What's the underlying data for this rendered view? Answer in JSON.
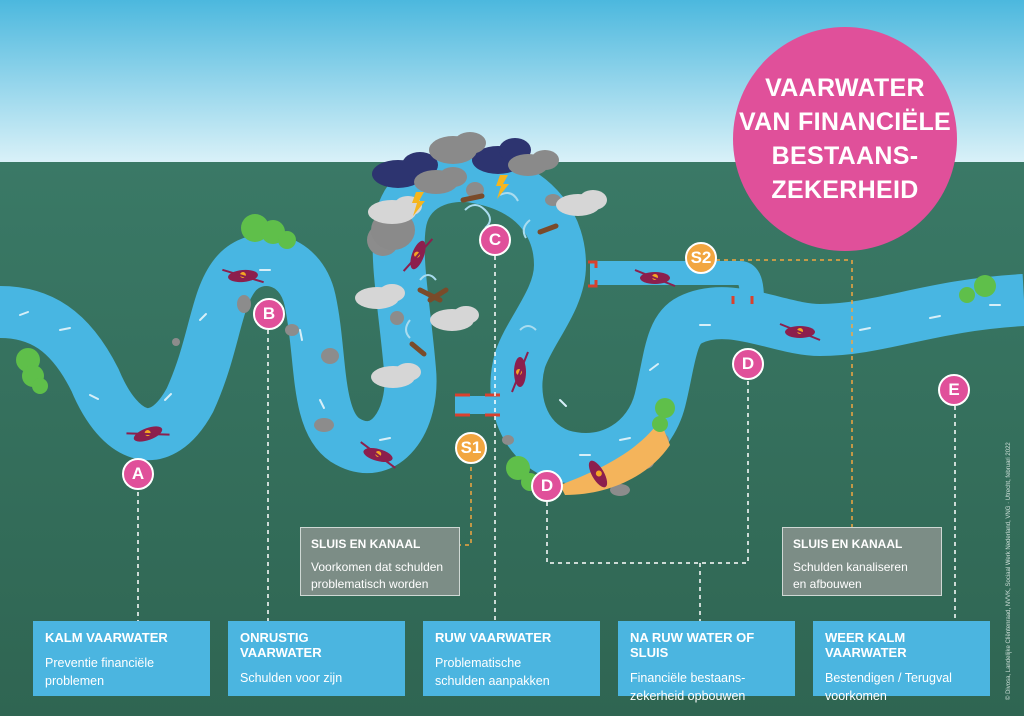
{
  "title": {
    "lines": [
      "VAARWATER",
      "VAN FINANCIËLE",
      "BESTAANS-",
      "ZEKERHEID"
    ]
  },
  "markers": {
    "A": "A",
    "B": "B",
    "C": "C",
    "D1": "D",
    "D2": "D",
    "E": "E",
    "S1": "S1",
    "S2": "S2"
  },
  "locks": [
    {
      "title": "SLUIS EN KANAAL",
      "desc_line1": "Voorkomen dat schulden",
      "desc_line2": "problematisch worden"
    },
    {
      "title": "SLUIS EN KANAAL",
      "desc_line1": "Schulden kanaliseren",
      "desc_line2": "en afbouwen"
    }
  ],
  "stages": [
    {
      "title": "KALM VAARWATER",
      "desc_line1": "Preventie financiële",
      "desc_line2": "problemen"
    },
    {
      "title": "ONRUSTIG VAARWATER",
      "desc_line1": "Schulden voor zijn",
      "desc_line2": ""
    },
    {
      "title": "RUW VAARWATER",
      "desc_line1": "Problematische",
      "desc_line2": "schulden aanpakken"
    },
    {
      "title": "NA RUW WATER OF SLUIS",
      "desc_line1": "Financiële bestaans-",
      "desc_line2": "zekerheid opbouwen"
    },
    {
      "title": "WEER KALM VAARWATER",
      "desc_line1": "Bestendigen / Terugval",
      "desc_line2": "voorkomen"
    }
  ],
  "credit": "© Divosa, Landelijke Cliëntenraad, NVVK, Sociaal Werk Nederland, VNG · Utrecht, februari 2022",
  "colors": {
    "sky": "#5ec3e2",
    "ground": "#3d7a64",
    "water": "#48b6e2",
    "pink": "#e0509a",
    "orange": "#f2a640",
    "box": "#4bb5e0",
    "lockbox": "#7c8d86"
  }
}
